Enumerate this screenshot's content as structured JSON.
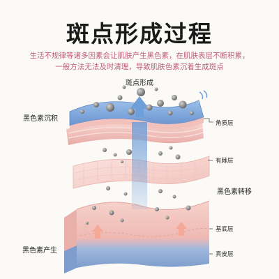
{
  "title": "斑点形成过程",
  "intro": {
    "line1": "生活不规律等诸多因素会让肌肤产生黑色素，在肌肤表层不断积累，",
    "line2": "一般方法无法及时清理，导致肌肤色素沉着生成斑点"
  },
  "diagram": {
    "top_label": "斑点形成",
    "left_labels": {
      "deposition": "黑色素沉积",
      "production": "黑色素产生"
    },
    "right_labels": {
      "transfer": "黑色素转移"
    },
    "layer_tags": {
      "stratum_corneum": "角质层",
      "stratum_spinosum": "有棘层",
      "stratum_basale": "基底层",
      "dermis": "真皮层"
    }
  },
  "colors": {
    "title": "#1a1a1a",
    "intro_text": "#c05a7e",
    "top_layer_blue": "#7fa6d6",
    "skin_pink": "#f3c7c2",
    "dermis_blue": "#88a6d2",
    "melanin_gray": "#8a8a8a",
    "arrow_blue": "#6f9fd9"
  }
}
